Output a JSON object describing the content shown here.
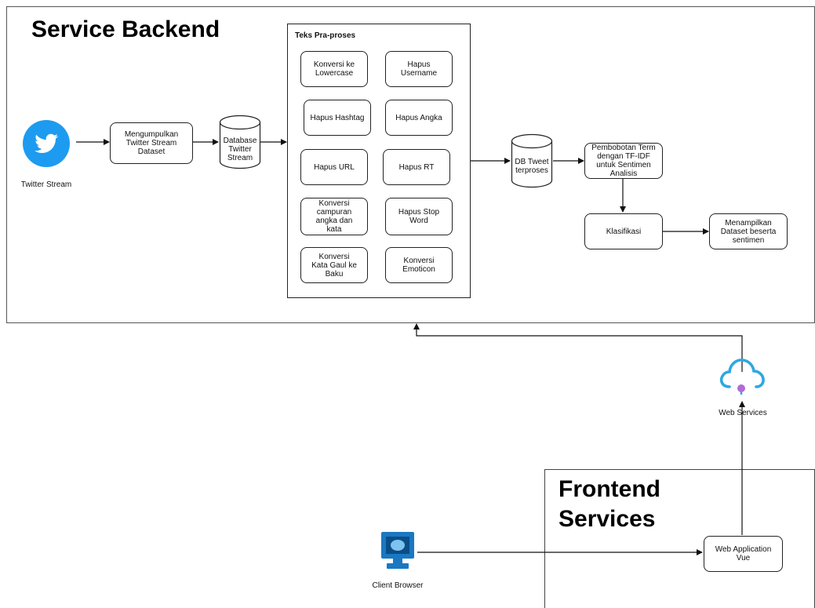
{
  "backend": {
    "title": "Service Backend",
    "twitter_label": "Twitter Stream",
    "collect_label": "Mengumpulkan Twitter Stream Dataset",
    "db_twitter_label": "Database Twitter Stream",
    "preprocess": {
      "title": "Teks Pra-proses",
      "steps": [
        "Konversi ke Lowercase",
        "Hapus Username",
        "Hapus Hashtag",
        "Hapus Angka",
        "Hapus URL",
        "Hapus RT",
        "Konversi campuran angka dan kata",
        "Hapus Stop Word",
        "Konversi Kata Gaul ke Baku",
        "Konversi Emoticon"
      ]
    },
    "db_processed_label": "DB Tweet terproses",
    "weighting_label": "Pembobotan Term dengan TF-IDF untuk Sentimen Analisis",
    "classify_label": "Klasifikasi",
    "display_label": "Menampilkan Dataset beserta sentimen"
  },
  "web_services_label": "Web Services",
  "frontend": {
    "title_line1": "Frontend",
    "title_line2": "Services",
    "webapp_label": "Web Application Vue"
  },
  "client_label": "Client Browser",
  "colors": {
    "twitter_blue": "#1d9bf0",
    "cloud_blue": "#2ea8e0",
    "cloud_dot": "#b26bd6",
    "monitor_blue": "#1a78c2"
  }
}
